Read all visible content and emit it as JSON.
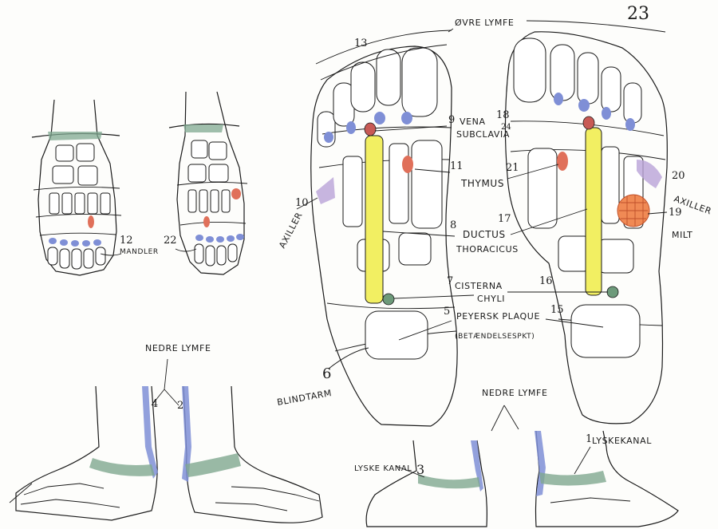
{
  "page_number": "23",
  "colors": {
    "lymph_blue": "#7f8fd6",
    "band_green": "#7fa890",
    "duct_yellow": "#f2ef62",
    "node_red": "#e0705a",
    "spleen_orange": "#f08a55",
    "axilla_purple": "#b9a2d8",
    "cisterna_green": "#6d9a7a",
    "peyer_blue": "#8fa0de"
  },
  "labels": {
    "ovre_lymfe": "ØVRE LYMFE",
    "vena": "VENA",
    "subclavia": "SUBCLAVIA",
    "thymus": "THYMUS",
    "ductus": "DUCTUS",
    "thoracicus": "THORACICUS",
    "cisterna": "CISTERNA",
    "chyli": "CHYLI",
    "peyers": "PEYERSK PLAQUE",
    "betaendelse": "(BETÆNDELSESPKT)",
    "blindtarm": "BLINDTARM",
    "axiller_left": "AXILLER",
    "axiller_right": "AXILLER",
    "milt": "MILT",
    "mandler": "MANDLER",
    "nedre_lymfe_left": "NEDRE LYMFE",
    "nedre_lymfe_right": "NEDRE LYMFE",
    "lyskekanal_left": "LYSKE KANAL",
    "lyskekanal_right": "LYSKEKANAL"
  },
  "numbers": {
    "n1": "1",
    "n2": "2",
    "n3": "3",
    "n4": "4",
    "n5": "5",
    "n6": "6",
    "n7": "7",
    "n8": "8",
    "n9": "9",
    "n10": "10",
    "n11": "11",
    "n12": "12",
    "n13": "13",
    "n15": "15",
    "n16": "16",
    "n17": "17",
    "n18": "18",
    "n19": "19",
    "n20": "20",
    "n21": "21",
    "n22": "22",
    "n24": "24"
  }
}
